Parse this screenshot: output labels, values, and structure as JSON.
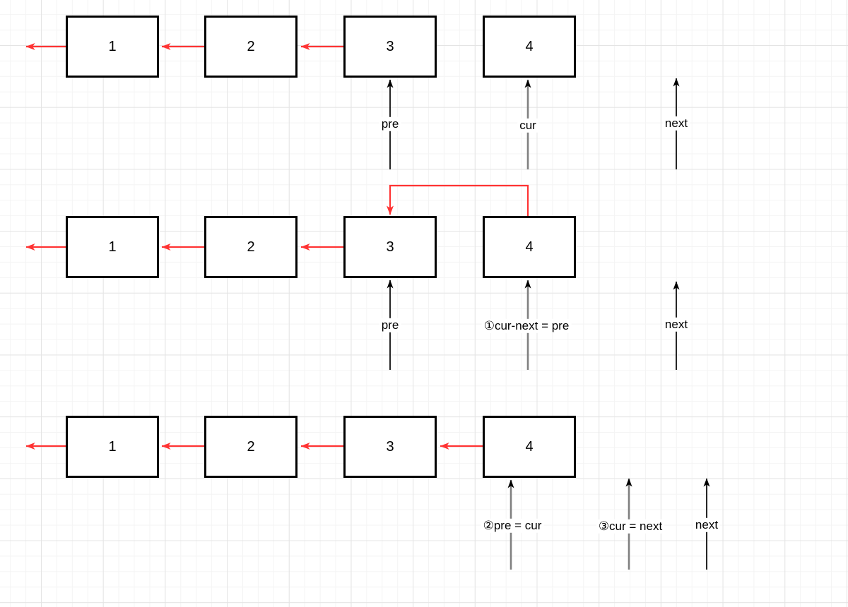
{
  "diagram": {
    "title_hint": "linked list reversal steps",
    "rows": [
      {
        "boxes": [
          "1",
          "2",
          "3",
          "4"
        ],
        "labels": [
          {
            "text": "pre"
          },
          {
            "text": "cur"
          },
          {
            "text": "next"
          }
        ]
      },
      {
        "boxes": [
          "1",
          "2",
          "3",
          "4"
        ],
        "labels": [
          {
            "text": "pre"
          },
          {
            "text": "①cur-next = pre"
          },
          {
            "text": "next"
          }
        ]
      },
      {
        "boxes": [
          "1",
          "2",
          "3",
          "4"
        ],
        "labels": [
          {
            "text": "②pre = cur"
          },
          {
            "text": "③cur = next"
          },
          {
            "text": "next"
          }
        ]
      }
    ],
    "colors": {
      "link": "#ff3333",
      "pointer": "#000000",
      "pointer_secondary": "#808080",
      "node_border": "#000000",
      "node_fill": "#ffffff",
      "canvas_bg": "#ffffff",
      "grid_minor": "#f4f4f4",
      "grid_major": "#e4e4e4"
    }
  }
}
